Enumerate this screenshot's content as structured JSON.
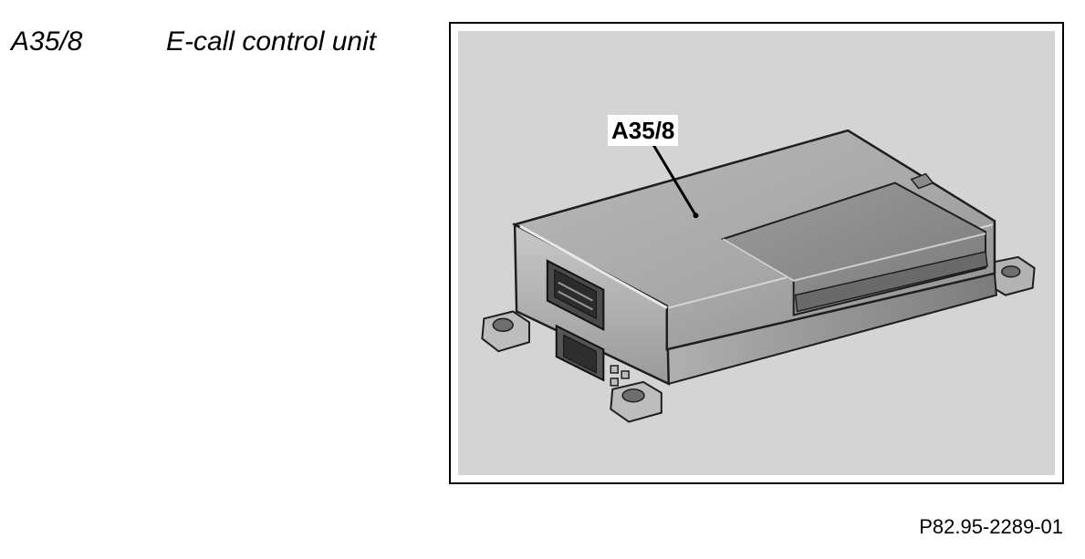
{
  "component": {
    "code": "A35/8",
    "description": "E-call control unit"
  },
  "figure": {
    "callout": "A35/8",
    "reference": "P82.95-2289-01"
  }
}
